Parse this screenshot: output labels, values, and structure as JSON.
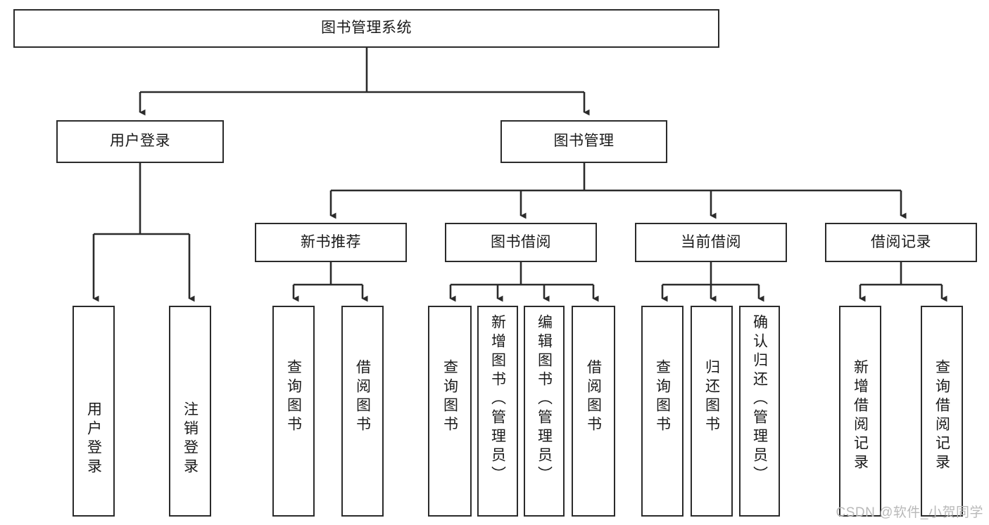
{
  "diagram": {
    "title": "图书管理系统",
    "type": "tree-hierarchy-chart",
    "root": {
      "id": "root",
      "label": "图书管理系统"
    },
    "level2": [
      {
        "id": "user-login",
        "label": "用户登录"
      },
      {
        "id": "book-management",
        "label": "图书管理"
      }
    ],
    "level3": [
      {
        "id": "new-book-recommend",
        "label": "新书推荐",
        "parent": "book-management"
      },
      {
        "id": "book-borrow",
        "label": "图书借阅",
        "parent": "book-management"
      },
      {
        "id": "current-borrow",
        "label": "当前借阅",
        "parent": "book-management"
      },
      {
        "id": "borrow-record",
        "label": "借阅记录",
        "parent": "book-management"
      }
    ],
    "leaves": [
      {
        "id": "leaf-user-login",
        "label": "用户登录",
        "parent": "user-login"
      },
      {
        "id": "leaf-logout-login",
        "label": "注销登录",
        "parent": "user-login"
      },
      {
        "id": "leaf-query-book-1",
        "label": "查询图书",
        "parent": "new-book-recommend"
      },
      {
        "id": "leaf-borrow-book-1",
        "label": "借阅图书",
        "parent": "new-book-recommend"
      },
      {
        "id": "leaf-query-book-2",
        "label": "查询图书",
        "parent": "book-borrow"
      },
      {
        "id": "leaf-add-book",
        "label": "新增图书（管理员）",
        "parent": "book-borrow"
      },
      {
        "id": "leaf-edit-book",
        "label": "编辑图书（管理员）",
        "parent": "book-borrow"
      },
      {
        "id": "leaf-borrow-book-2",
        "label": "借阅图书",
        "parent": "book-borrow"
      },
      {
        "id": "leaf-query-book-3",
        "label": "查询图书",
        "parent": "current-borrow"
      },
      {
        "id": "leaf-return-book",
        "label": "归还图书",
        "parent": "current-borrow"
      },
      {
        "id": "leaf-confirm-return",
        "label": "确认归还（管理员）",
        "parent": "current-borrow"
      },
      {
        "id": "leaf-add-record",
        "label": "新增借阅记录",
        "parent": "borrow-record"
      },
      {
        "id": "leaf-query-record",
        "label": "查询借阅记录",
        "parent": "borrow-record"
      }
    ],
    "colors": {
      "stroke": "#2b2b2b",
      "fill": "#ffffff",
      "text": "#1a1a1a",
      "watermark": "#b9b9b9"
    }
  },
  "watermark": {
    "text": "CSDN @软件_小贺同学"
  }
}
